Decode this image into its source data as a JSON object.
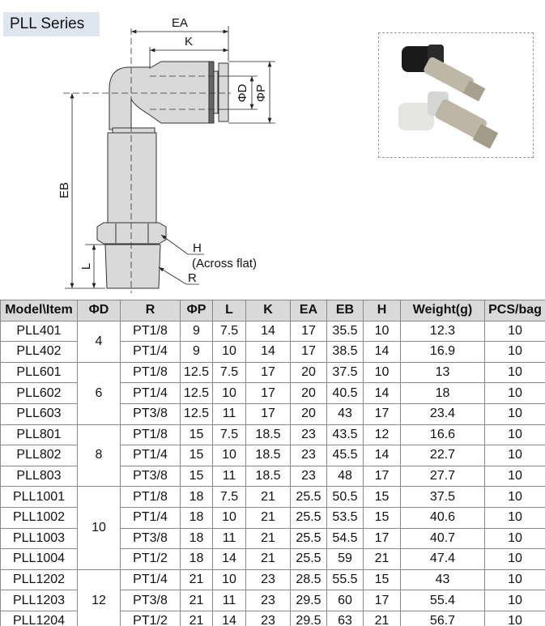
{
  "title": "PLL Series",
  "diagram": {
    "labels": {
      "ea": "EA",
      "k": "K",
      "d": "ΦD",
      "p": "ΦP",
      "eb": "EB",
      "l": "L",
      "h": "H",
      "across": "(Across flat)",
      "r": "R"
    }
  },
  "table": {
    "headers": [
      "Model\\Item",
      "ΦD",
      "R",
      "ΦP",
      "L",
      "K",
      "EA",
      "EB",
      "H",
      "Weight(g)",
      "PCS/bag"
    ],
    "groups": [
      {
        "d": "4",
        "rows": [
          [
            "PLL401",
            "PT1/8",
            "9",
            "7.5",
            "14",
            "17",
            "35.5",
            "10",
            "12.3",
            "10"
          ],
          [
            "PLL402",
            "PT1/4",
            "9",
            "10",
            "14",
            "17",
            "38.5",
            "14",
            "16.9",
            "10"
          ]
        ]
      },
      {
        "d": "6",
        "rows": [
          [
            "PLL601",
            "PT1/8",
            "12.5",
            "7.5",
            "17",
            "20",
            "37.5",
            "10",
            "13",
            "10"
          ],
          [
            "PLL602",
            "PT1/4",
            "12.5",
            "10",
            "17",
            "20",
            "40.5",
            "14",
            "18",
            "10"
          ],
          [
            "PLL603",
            "PT3/8",
            "12.5",
            "11",
            "17",
            "20",
            "43",
            "17",
            "23.4",
            "10"
          ]
        ]
      },
      {
        "d": "8",
        "rows": [
          [
            "PLL801",
            "PT1/8",
            "15",
            "7.5",
            "18.5",
            "23",
            "43.5",
            "12",
            "16.6",
            "10"
          ],
          [
            "PLL802",
            "PT1/4",
            "15",
            "10",
            "18.5",
            "23",
            "45.5",
            "14",
            "22.7",
            "10"
          ],
          [
            "PLL803",
            "PT3/8",
            "15",
            "11",
            "18.5",
            "23",
            "48",
            "17",
            "27.7",
            "10"
          ]
        ]
      },
      {
        "d": "10",
        "rows": [
          [
            "PLL1001",
            "PT1/8",
            "18",
            "7.5",
            "21",
            "25.5",
            "50.5",
            "15",
            "37.5",
            "10"
          ],
          [
            "PLL1002",
            "PT1/4",
            "18",
            "10",
            "21",
            "25.5",
            "53.5",
            "15",
            "40.6",
            "10"
          ],
          [
            "PLL1003",
            "PT3/8",
            "18",
            "11",
            "21",
            "25.5",
            "54.5",
            "17",
            "40.7",
            "10"
          ],
          [
            "PLL1004",
            "PT1/2",
            "18",
            "14",
            "21",
            "25.5",
            "59",
            "21",
            "47.4",
            "10"
          ]
        ]
      },
      {
        "d": "12",
        "rows": [
          [
            "PLL1202",
            "PT1/4",
            "21",
            "10",
            "23",
            "28.5",
            "55.5",
            "15",
            "43",
            "10"
          ],
          [
            "PLL1203",
            "PT3/8",
            "21",
            "11",
            "23",
            "29.5",
            "60",
            "17",
            "55.4",
            "10"
          ],
          [
            "PLL1204",
            "PT1/2",
            "21",
            "14",
            "23",
            "29.5",
            "63",
            "21",
            "56.7",
            "10"
          ]
        ]
      }
    ]
  }
}
